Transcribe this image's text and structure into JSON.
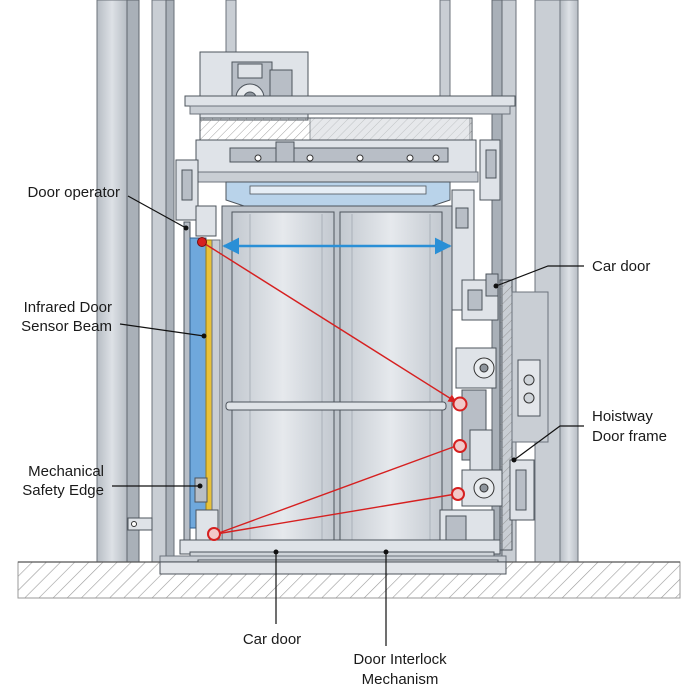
{
  "labels": {
    "door_operator": "Door operator",
    "infrared_line1": "Infrared Door",
    "infrared_line2": "Sensor Beam",
    "safety_line1": "Mechanical",
    "safety_line2": "Safety Edge",
    "car_door_right": "Car door",
    "hoistway_line1": "Hoistway",
    "hoistway_line2": "Door frame",
    "car_door_bottom": "Car door",
    "interlock_line1": "Door Interlock",
    "interlock_line2": "Mechanism"
  },
  "colors": {
    "infrared_beam": "#2a8fd6",
    "sensor_strip": "#6fa8dc",
    "safety_edge": "#e8c23a",
    "laser_lines": "#d62020",
    "door_panel": "#cfd4da",
    "ground_hatch": "#9a9a9a"
  },
  "icons": {
    "beam_arrows": "double-arrow-icon",
    "sensor_points": "red-ring-marker-icon"
  }
}
